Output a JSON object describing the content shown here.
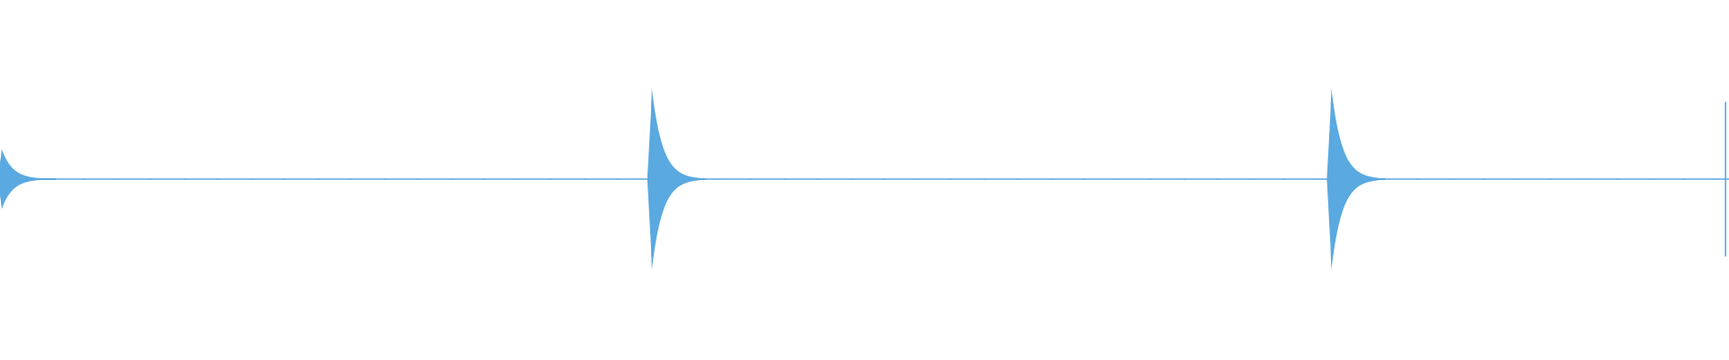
{
  "waveform": {
    "color": "#5aa9e0",
    "background": "#ffffff",
    "peak_amplitude_max": 1.0,
    "transients": [
      {
        "time_fraction": 0.001,
        "peak_amplitude": 0.33,
        "decay": "fast"
      },
      {
        "time_fraction": 0.377,
        "peak_amplitude": 1.0,
        "decay": "fast"
      },
      {
        "time_fraction": 0.77,
        "peak_amplitude": 1.0,
        "decay": "fast"
      },
      {
        "time_fraction": 0.998,
        "peak_amplitude": 0.85,
        "decay": "cut"
      }
    ],
    "noise_floor_amplitude": 0.01
  }
}
